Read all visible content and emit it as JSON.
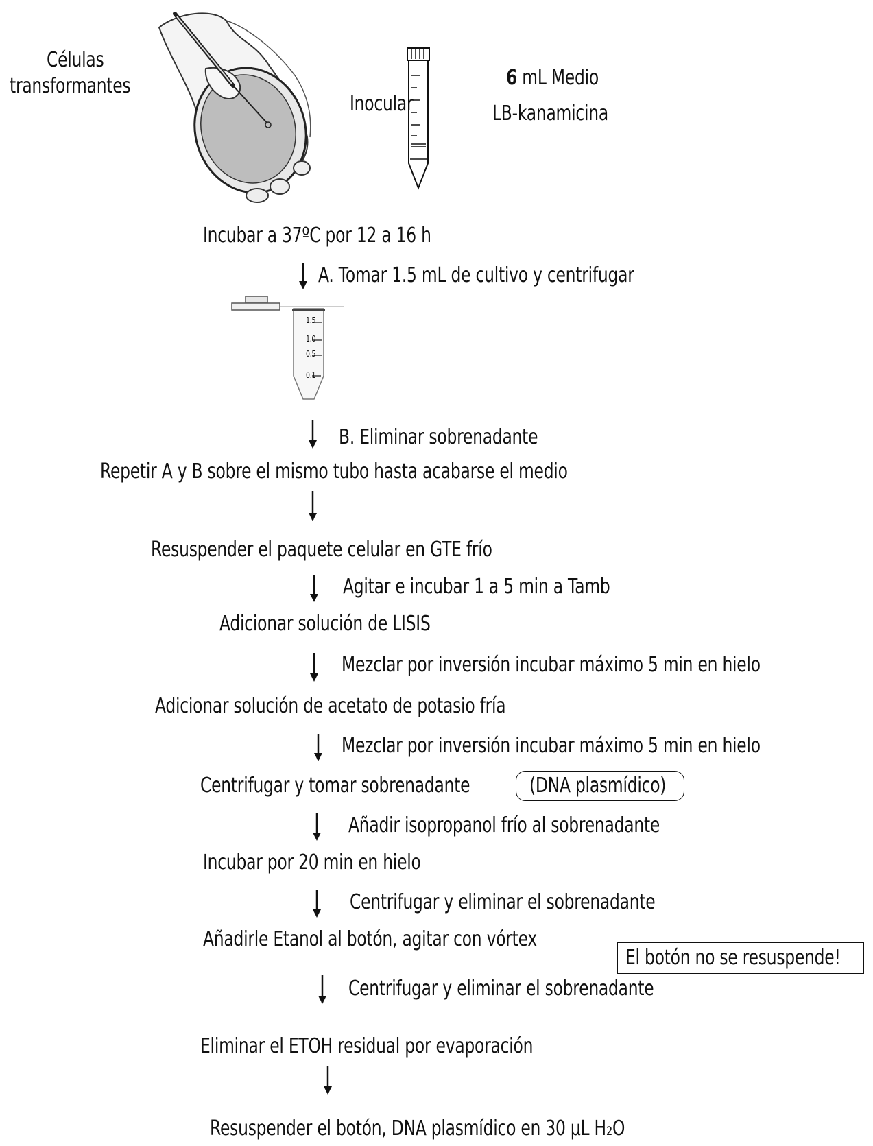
{
  "header": {
    "cells_label_1": "Células",
    "cells_label_2": "transformantes",
    "inoculate": "Inocular",
    "medium_qty": "6",
    "medium_line1": "mL Medio",
    "medium_line2": "LB-kanamicina"
  },
  "eppendorf_marks": [
    "1.5",
    "1.0",
    "0.5",
    "0.1"
  ],
  "steps": {
    "s1": "Incubar a 37ºC por 12 a 16 h",
    "a1": "A. Tomar 1.5 mL de cultivo y centrifugar",
    "a2": "B. Eliminar sobrenadante",
    "s2": "Repetir A y B sobre el mismo tubo hasta acabarse el medio",
    "s3": "Resuspender el paquete celular en GTE frío",
    "a4": "Agitar e incubar 1 a 5 min a Tamb",
    "s4": "Adicionar solución de LISIS",
    "a5": "Mezclar por inversión incubar máximo 5 min en hielo",
    "s5": "Adicionar solución de acetato de potasio fría",
    "a6": "Mezclar por inversión incubar máximo 5 min en hielo",
    "s6": "Centrifugar y tomar sobrenadante",
    "s6_note": "(DNA plasmídico)",
    "a7": "Añadir isopropanol frío al sobrenadante",
    "s7": "Incubar por 20 min en hielo",
    "a8": "Centrifugar y eliminar el sobrenadante",
    "s8": "Añadirle Etanol al botón, agitar con vórtex",
    "s8_note": "El botón no se resuspende!",
    "a9": "Centrifugar y eliminar el sobrenadante",
    "s9": "Eliminar el ETOH residual por evaporación",
    "s10": "Resuspender el botón, DNA plasmídico en 30 μL H₂O"
  }
}
